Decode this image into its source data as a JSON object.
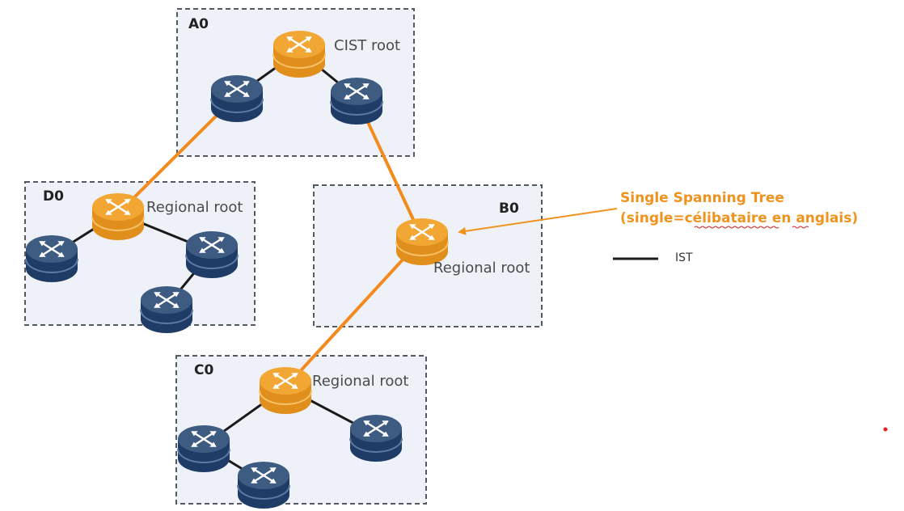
{
  "diagram": {
    "title": "MSTP regions with CIST root and regional roots",
    "colors": {
      "root_switch": "#f2a634",
      "root_switch_dark": "#e08f1c",
      "switch": "#3e5b82",
      "switch_dark": "#1e3c66",
      "cst_link": "#f28a1e",
      "ist_link": "#1a1a1a",
      "callout": "#f0921e",
      "region_fill": "#eef2f8"
    },
    "regions": [
      {
        "id": "A0",
        "label": "A0",
        "root_label": "CIST root"
      },
      {
        "id": "D0",
        "label": "D0",
        "root_label": "Regional root"
      },
      {
        "id": "B0",
        "label": "B0",
        "root_label": "Regional root"
      },
      {
        "id": "C0",
        "label": "C0",
        "root_label": "Regional root"
      }
    ],
    "switches": [
      {
        "id": "a-root",
        "region": "A0",
        "role": "root"
      },
      {
        "id": "a-left",
        "region": "A0",
        "role": "member"
      },
      {
        "id": "a-right",
        "region": "A0",
        "role": "member"
      },
      {
        "id": "d-root",
        "region": "D0",
        "role": "root"
      },
      {
        "id": "d-left",
        "region": "D0",
        "role": "member"
      },
      {
        "id": "d-right",
        "region": "D0",
        "role": "member"
      },
      {
        "id": "d-bottom",
        "region": "D0",
        "role": "member"
      },
      {
        "id": "b-root",
        "region": "B0",
        "role": "root"
      },
      {
        "id": "c-root",
        "region": "C0",
        "role": "root"
      },
      {
        "id": "c-left",
        "region": "C0",
        "role": "member"
      },
      {
        "id": "c-bottom",
        "region": "C0",
        "role": "member"
      },
      {
        "id": "c-right",
        "region": "C0",
        "role": "member"
      }
    ],
    "links": [
      {
        "from": "a-root",
        "to": "a-left",
        "type": "IST"
      },
      {
        "from": "a-root",
        "to": "a-right",
        "type": "IST"
      },
      {
        "from": "d-root",
        "to": "d-left",
        "type": "IST"
      },
      {
        "from": "d-root",
        "to": "d-right",
        "type": "IST"
      },
      {
        "from": "d-right",
        "to": "d-bottom",
        "type": "IST"
      },
      {
        "from": "c-root",
        "to": "c-left",
        "type": "IST"
      },
      {
        "from": "c-left",
        "to": "c-bottom",
        "type": "IST"
      },
      {
        "from": "c-root",
        "to": "c-right",
        "type": "IST"
      },
      {
        "from": "a-left",
        "to": "d-root",
        "type": "CST"
      },
      {
        "from": "a-right",
        "to": "b-root",
        "type": "CST"
      },
      {
        "from": "b-root",
        "to": "c-root",
        "type": "CST"
      }
    ],
    "callout": {
      "line1": "Single Spanning Tree",
      "line2_prefix": "(single=",
      "line2_misspelled_1": "célibataire",
      "line2_space": " ",
      "line2_misspelled_2": "en",
      "line2_suffix": " anglais)",
      "target": "b-root"
    },
    "legend": {
      "items": [
        {
          "label": "IST",
          "line_color": "#1a1a1a"
        }
      ]
    }
  }
}
